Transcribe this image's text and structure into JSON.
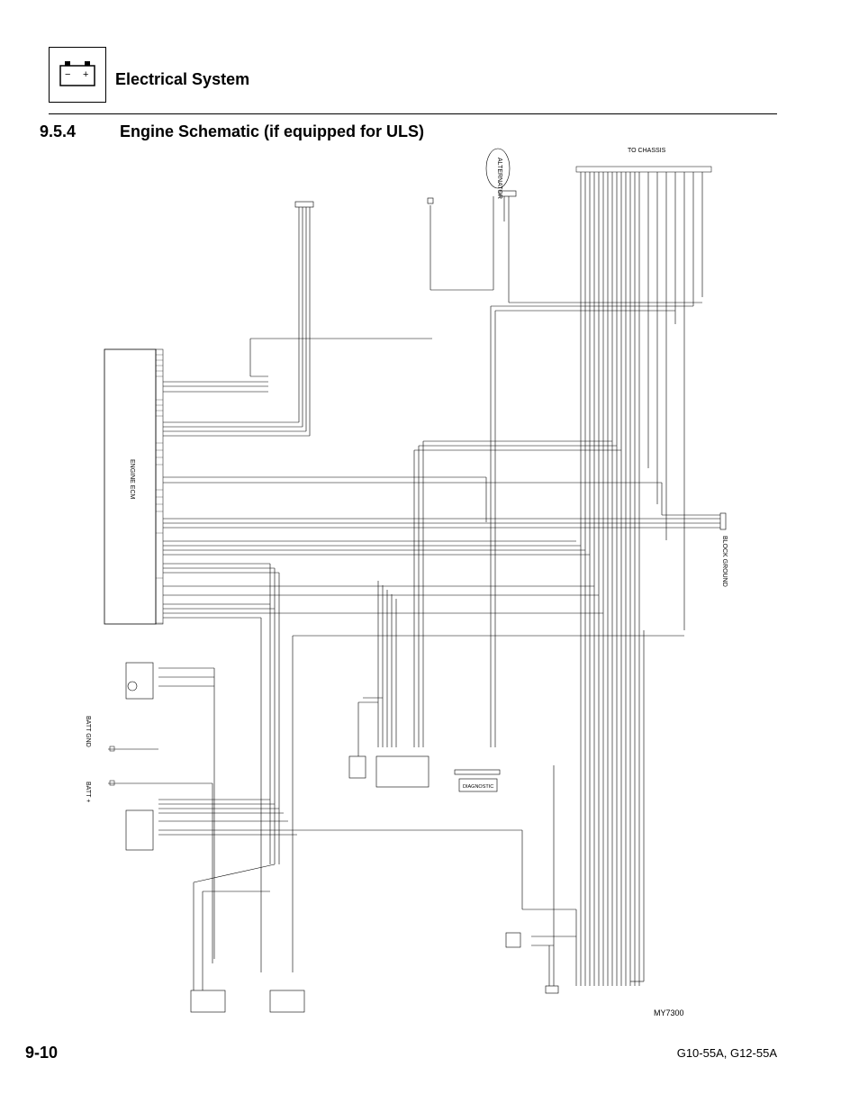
{
  "header": {
    "section_title": "Electrical System",
    "battery_minus": "−",
    "battery_plus": "+"
  },
  "heading": {
    "number": "9.5.4",
    "title": "Engine Schematic (if equipped for ULS)"
  },
  "schematic": {
    "to_chassis": "TO CHASSIS",
    "alternator": "ALTERNATOR",
    "engine_ecm": "ENGINE ECM",
    "block_ground": "BLOCK GROUND",
    "batt_gnd": "BATT GND",
    "batt_plus": "BATT +",
    "diagnostic": "DIAGNOSTIC",
    "figure_id": "MY7300"
  },
  "footer": {
    "page_number": "9-10",
    "model": "G10-55A, G12-55A"
  }
}
